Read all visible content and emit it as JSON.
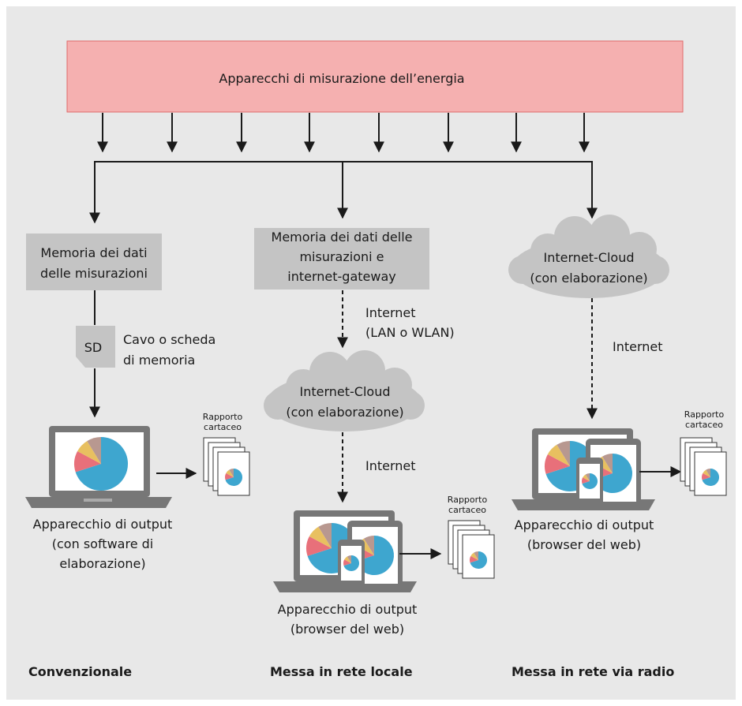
{
  "top_box": "Apparecchi di misurazione dell’energia",
  "colors": {
    "background": "#e8e8e8",
    "top_box_fill": "#f5b0b0",
    "top_box_border": "#e06a6a",
    "box_gray": "#c4c4c4",
    "device_gray": "#777777",
    "pie_blue": "#3ea6cf",
    "pie_red": "#e8707a",
    "pie_yellow": "#e8c060",
    "pie_brown": "#b89890"
  },
  "left": {
    "storage": [
      "Memoria dei dati",
      "delle misurazioni"
    ],
    "sd_label": "SD",
    "cable_label": [
      "Cavo o scheda",
      "di memoria"
    ],
    "report_label": [
      "Rapporto",
      "cartaceo"
    ],
    "output_label": [
      "Apparecchio di output",
      "(con software di",
      "elaborazione)"
    ],
    "column_title": "Convenzionale"
  },
  "middle": {
    "storage": [
      "Memoria dei dati delle",
      "misurazioni e",
      "internet-gateway"
    ],
    "internet_1": [
      "Internet",
      "(LAN o WLAN)"
    ],
    "cloud": [
      "Internet-Cloud",
      "(con elaborazione)"
    ],
    "internet_2": "Internet",
    "report_label": [
      "Rapporto",
      "cartaceo"
    ],
    "output_label": [
      "Apparecchio di output",
      "(browser del web)"
    ],
    "column_title": "Messa in rete locale"
  },
  "right": {
    "cloud": [
      "Internet-Cloud",
      "(con elaborazione)"
    ],
    "internet": "Internet",
    "report_label": [
      "Rapporto",
      "cartaceo"
    ],
    "output_label": [
      "Apparecchio di output",
      "(browser del web)"
    ],
    "column_title": "Messa in rete via radio"
  }
}
